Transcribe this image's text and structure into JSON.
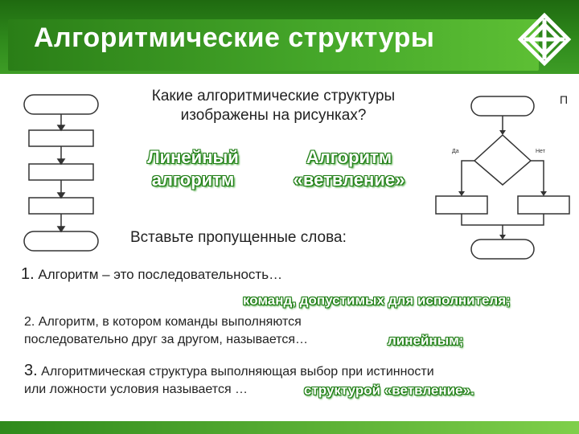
{
  "slide": {
    "title": "Алгоритмические структуры",
    "question_line1": "Какие алгоритмические структуры",
    "question_line2": "изображены на рисунках?",
    "label_linear_1": "Линейный",
    "label_linear_2": "алгоритм",
    "label_branch_1": "Алгоритм",
    "label_branch_2": "«ветвление»",
    "insert_prompt": "Вставьте пропущенные слова:",
    "item1_num": "1.",
    "item1_text": "Алгоритм – это последовательность…",
    "item1_answer": "команд, допустимых для исполнителя;",
    "item2_text_line1": "2. Алгоритм, в котором команды выполняются",
    "item2_text_line2": "последовательно друг за другом, называется…",
    "item2_answer": "линейным;",
    "item3_num": "3.",
    "item3_text_line1": "Алгоритмическая структура выполняющая выбор при истинности",
    "item3_text_line2": "или ложности условия называется …",
    "item3_answer": "структурой «ветвление».",
    "branch_yes": "Да",
    "branch_no": "Нет",
    "edge_letter": "П"
  },
  "colors": {
    "header_green": "#2f8a1c",
    "answer_outline": "#1e7d14"
  }
}
